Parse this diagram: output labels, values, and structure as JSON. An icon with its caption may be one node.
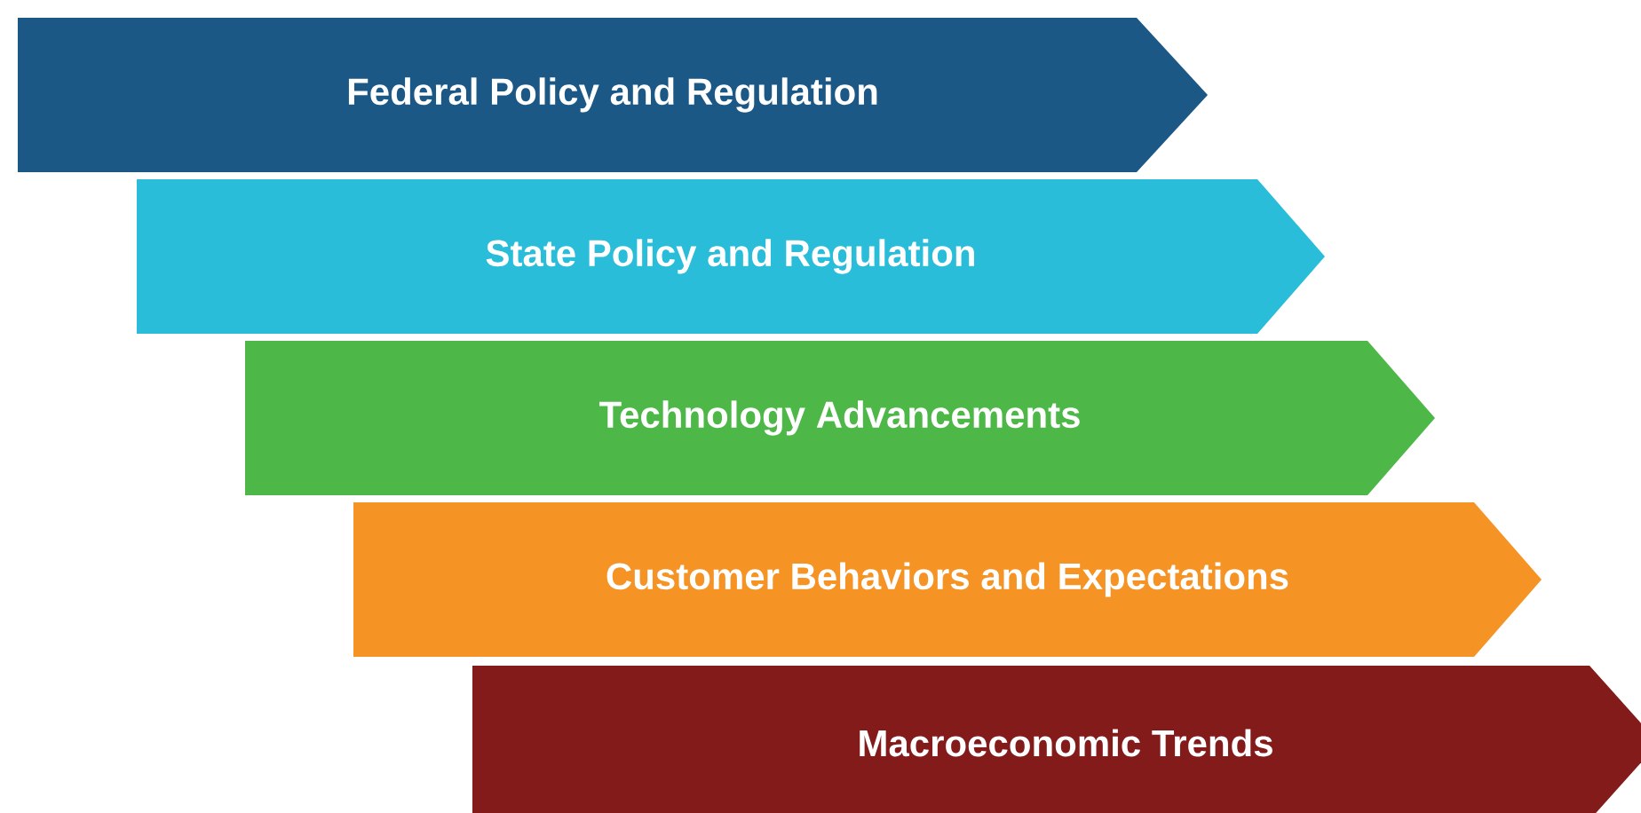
{
  "diagram": {
    "nodes": [
      {
        "text": [
          "Federal Policy and Regulation"
        ]
      },
      {
        "text": [
          "State Policy and Regulation"
        ]
      },
      {
        "text": [
          "Technology Advancements"
        ]
      },
      {
        "text": [
          "Customer Behaviors and Expectations"
        ]
      },
      {
        "text": [
          "Macroeconomic Trends"
        ]
      }
    ]
  }
}
